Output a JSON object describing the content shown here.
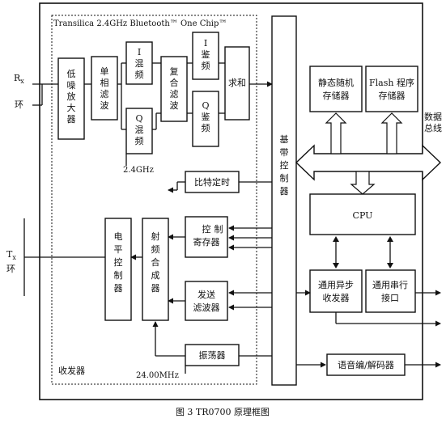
{
  "chip_title": "Transilica 2.4GHz Bluetooth™ One Chip™",
  "blocks": {
    "lna": "低噪放大器",
    "single_filter": "单相滤波",
    "i_mixer": "I混频",
    "q_mixer": "Q混频",
    "complex_filter": "复合滤波",
    "i_demod": "I鉴频",
    "q_demod": "Q鉴频",
    "sum": "求和",
    "baseband": "基带控制器",
    "bit_timer": "比特定时",
    "level_ctrl": "电平控制器",
    "rf_synth": "射频合成器",
    "ctrl_reg": "控制寄存器",
    "tx_filter": "发送滤波器",
    "oscillator": "振荡器",
    "sram": "静态随机存储器",
    "flash_a": "Flash 程序",
    "flash_b": "存储器",
    "cpu": "CPU",
    "uart": "通用异步收发器",
    "serial": "通用串行接口",
    "codec": "语音编/解码器"
  },
  "labels": {
    "rx_r": "R",
    "rx_sub": "x",
    "rx_ring": "环",
    "tx_t": "T",
    "tx_sub": "x",
    "tx_ring": "环",
    "freq_lo": "2.4GHz",
    "transceiver": "收发器",
    "freq_osc": "24.00MHz",
    "data_bus": "数据总线",
    "caption": "图 3   TR0700 原理框图"
  }
}
